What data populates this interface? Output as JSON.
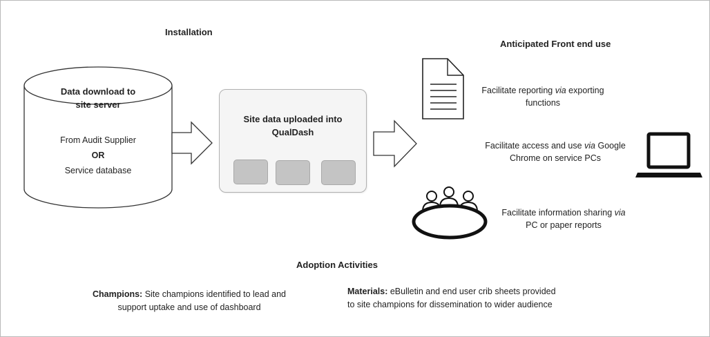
{
  "headings": {
    "installation": "Installation",
    "front_end": "Anticipated Front end use",
    "adoption": "Adoption Activities"
  },
  "cylinder": {
    "title_line1": "Data download to",
    "title_line2": "site server",
    "line1": "From Audit Supplier",
    "line2": "OR",
    "line3": "Service database"
  },
  "upload": {
    "title_line1": "Site data uploaded into",
    "title_line2": "QualDash"
  },
  "front_end_items": [
    {
      "icon": "document-icon",
      "line1_pre": "Facilitate reporting ",
      "line1_em": "via",
      "line1_post": " exporting",
      "line2": "functions"
    },
    {
      "icon": "laptop-icon",
      "line1_pre": "Facilitate access and use ",
      "line1_em": "via",
      "line1_post": " Google",
      "line2": "Chrome  on service PCs"
    },
    {
      "icon": "meeting-icon",
      "line1_pre": "Facilitate information sharing ",
      "line1_em": "via",
      "line1_post": "",
      "line2": "PC or paper reports"
    }
  ],
  "adoption": {
    "champions_label": "Champions:",
    "champions_text1": " Site champions identified to lead and",
    "champions_text2": "support uptake and use of dashboard",
    "materials_label": "Materials:",
    "materials_text1": " eBulletin and end user crib sheets provided",
    "materials_text2": "to site champions for dissemination to wider audience"
  },
  "colors": {
    "border": "#b9b9b9",
    "box_fill": "#f5f5f5",
    "tile_fill": "#c4c4c4",
    "stroke": "#333333"
  }
}
